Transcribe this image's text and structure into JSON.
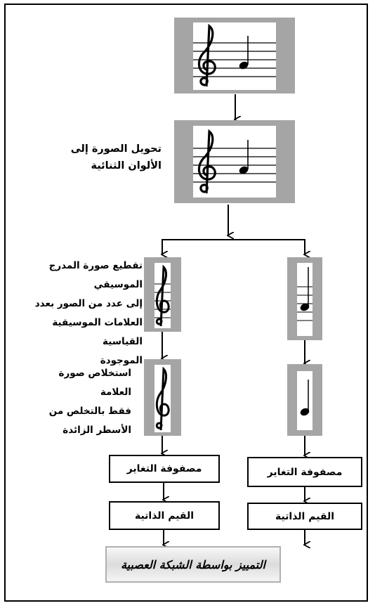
{
  "steps": {
    "binarize_label": "تحويل الصورة إلى الألوان الثنائية",
    "segment_label_lines": [
      "تقطيع صورة المدرج الموسيقي",
      "إلى عدد من الصور بعدد",
      "العلامات الموسيقية القياسية",
      "الموجودة"
    ],
    "extract_label_lines": [
      "استخلاص صورة العلامة",
      "فقط بالتخلص من",
      "الأسطر الزائدة"
    ]
  },
  "boxes": {
    "covariance_left": "مصفوفة التغاير",
    "covariance_right": "مصفوفة التغاير",
    "eigen_left": "القيم الذاتية",
    "eigen_right": "القيم الذاتية",
    "final": "التمييز بواسطة الشبكة العصبية"
  },
  "colors": {
    "panel_gray": "#a5a5a5",
    "border": "#000000"
  }
}
